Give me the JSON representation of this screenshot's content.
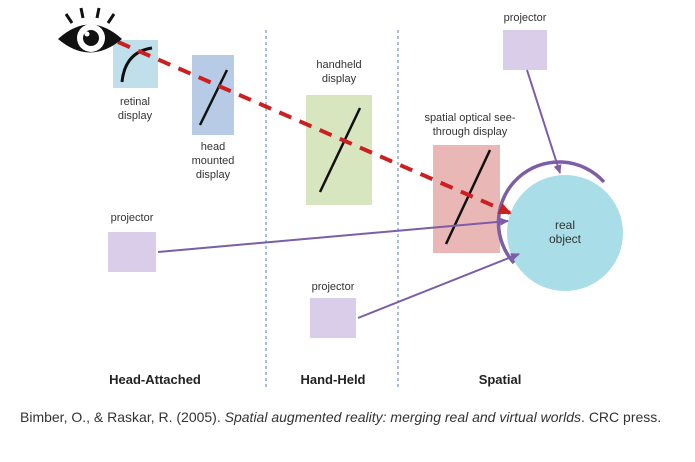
{
  "diagram": {
    "labels": {
      "retinal_display": [
        "retinal",
        "display"
      ],
      "head_mounted_display": [
        "head",
        "mounted",
        "display"
      ],
      "handheld_display": [
        "handheld",
        "display"
      ],
      "spatial_optical_display": [
        "spatial optical see-",
        "through display"
      ],
      "projector_top": "projector",
      "projector_left": "projector",
      "projector_bottom": "projector",
      "real_object": [
        "real",
        "object"
      ]
    },
    "sections": {
      "head_attached": "Head-Attached",
      "hand_held": "Hand-Held",
      "spatial": "Spatial"
    },
    "colors": {
      "projector_fill": "#d9cde9",
      "retinal_fill": "#bfe0ea",
      "head_mounted_fill": "#b8cbe6",
      "handheld_fill": "#d8e6c0",
      "spatial_optical_fill": "#eab7b7",
      "real_object_fill": "#a9dde8",
      "dashed_line": "#cc1f1f",
      "arrow_purple": "#7b5ea7",
      "divider": "#7a9cc6"
    },
    "icons": [
      "eye-icon"
    ]
  },
  "citation": {
    "authors": "Bimber, O., & Raskar, R. (2005). ",
    "title": "Spatial augmented reality: merging real and virtual worlds",
    "publisher": ". CRC press."
  }
}
